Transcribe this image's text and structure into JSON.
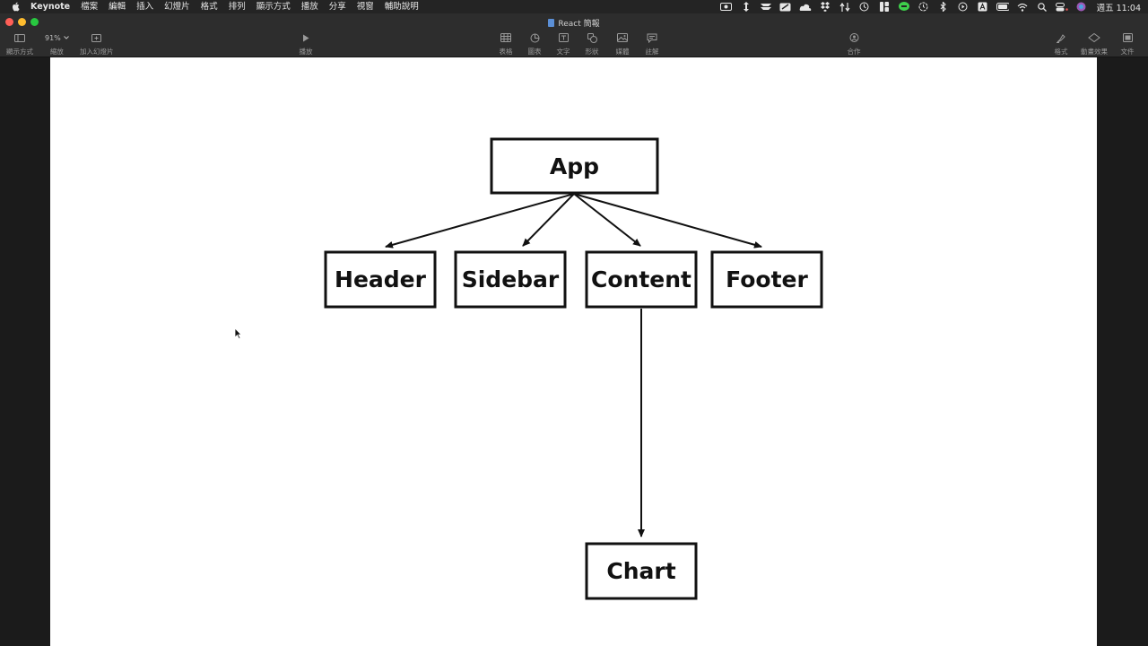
{
  "menubar": {
    "app_name": "Keynote",
    "items": [
      "檔案",
      "編輯",
      "插入",
      "幻燈片",
      "格式",
      "排列",
      "顯示方式",
      "播放",
      "分享",
      "視窗",
      "輔助說明"
    ],
    "clock": "週五 11:04"
  },
  "window": {
    "title": "React 簡報"
  },
  "toolbar": {
    "view_label": "顯示方式",
    "zoom_value": "91%",
    "zoom_label": "縮放",
    "add_slide_label": "加入幻燈片",
    "play_label": "播放",
    "table_label": "表格",
    "chart_label": "圖表",
    "text_label": "文字",
    "shape_label": "形狀",
    "media_label": "媒體",
    "comment_label": "註解",
    "collaborate_label": "合作",
    "format_label": "格式",
    "animate_label": "動畫效果",
    "document_label": "文件"
  },
  "diagram": {
    "nodes": {
      "app": "App",
      "header": "Header",
      "sidebar": "Sidebar",
      "content": "Content",
      "footer": "Footer",
      "chart": "Chart"
    }
  }
}
